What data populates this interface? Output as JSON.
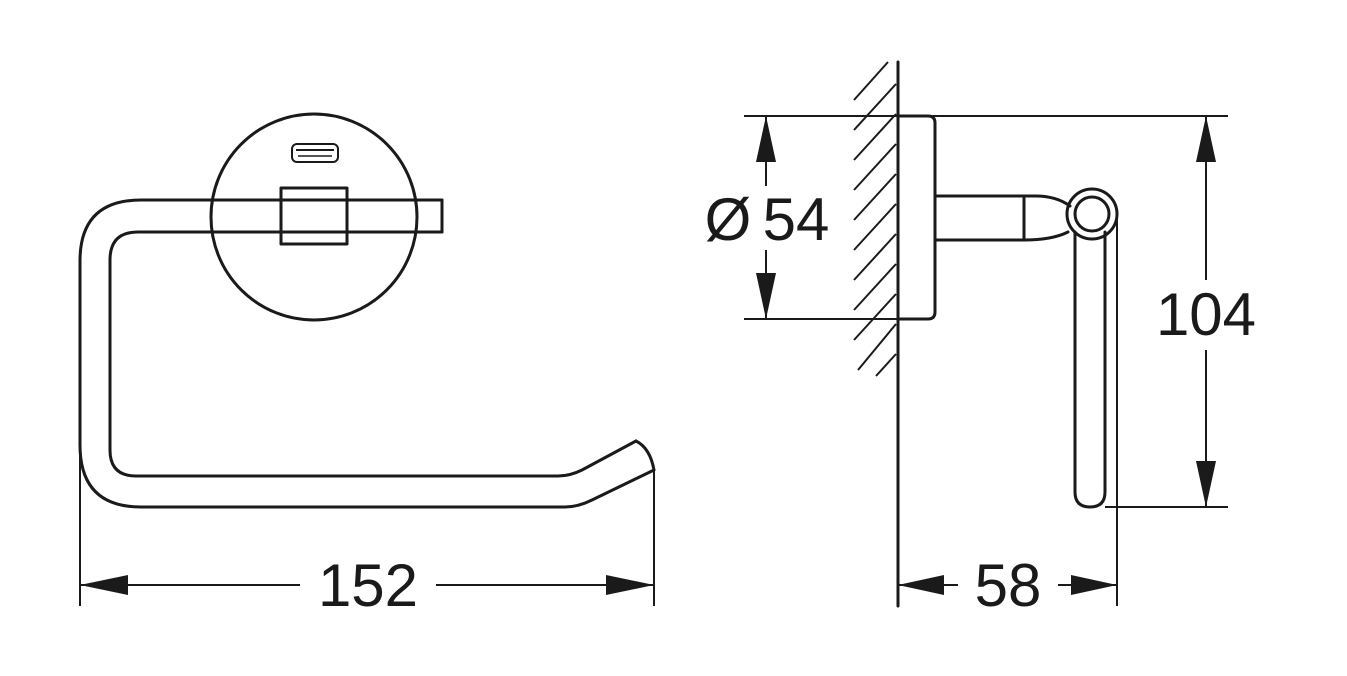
{
  "dimensions": {
    "width_front": "152",
    "diameter_symbol": "Ø",
    "diameter_value": "54",
    "height_side": "104",
    "depth_side": "58"
  },
  "logo": {
    "icon": "grohe-logo-icon"
  },
  "colors": {
    "line": "#1a1a1a",
    "background": "#ffffff"
  }
}
